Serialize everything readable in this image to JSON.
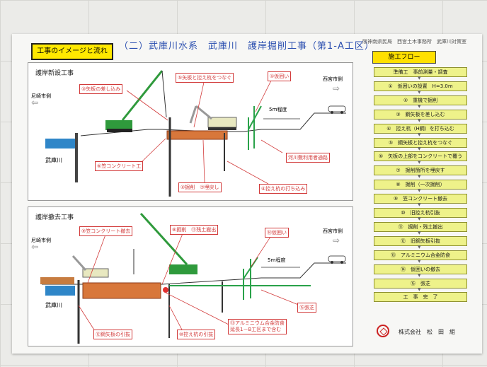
{
  "poster": {
    "label": "工事のイメージと流れ",
    "title": "（二）武庫川水系　武庫川　護岸掘削工事（第1-A工区）",
    "office": "阪神南県民局　西宮土木事務所　武庫川対策室"
  },
  "panel_top": {
    "title": "護岸新設工事",
    "left_city": "尼崎市側",
    "right_city": "西宮市側",
    "river": "武庫川",
    "width_label": "5ｍ程度",
    "notes": {
      "n1": "①仮囲い",
      "n3": "③矢板の差し込み",
      "n5": "⑤矢板と控え杭をつなぐ",
      "n6": "⑥笠コンクリート工",
      "n2": "②掘削　⑦埋戻し",
      "n4": "④控え杭の打ち込み",
      "road": "河川敷利用者通路"
    }
  },
  "panel_bottom": {
    "title": "護岸撤去工事",
    "left_city": "尼崎市側",
    "right_city": "西宮市側",
    "river": "武庫川",
    "width_label": "5ｍ程度",
    "notes": {
      "n9": "⑨笠コンクリート撤去",
      "n8": "⑧掘削　⑪残土搬出",
      "n14": "⑭仮囲い",
      "n12": "⑫鋼矢板の引抜",
      "n10": "⑩控え杭の引抜",
      "alu": "⑬アルミニウム合金防食\n延長1－B工区まで含む",
      "n15": "⑮張芝"
    }
  },
  "flow": {
    "head": "施工フロー",
    "steps": [
      "準備工　事前測量・調査",
      "①　仮囲いの設置　H=3.0m",
      "②　重機で掘削",
      "③　鋼矢板を差し込む",
      "④　控え杭（H鋼）を打ち込む",
      "⑤　鋼矢板と控え杭をつなぐ",
      "⑥　矢板の上部をコンクリートで覆う",
      "⑦　掘削箇所を埋戻す",
      "⑧　掘削（一次掘削）",
      "⑨　笠コンクリート撤去",
      "⑩　旧控え杭引抜",
      "⑪　掘削・残土搬出",
      "⑫　旧鋼矢板引抜",
      "⑬　アルミニウム合金防食",
      "⑭　仮囲いの撤去",
      "⑮　張芝",
      "工　事　完　了"
    ]
  },
  "company": "株式会社　松　田　組",
  "colors": {
    "accent_yellow": "#ffe900",
    "step_fill": "#eef28a",
    "note_red": "#d23a3a",
    "steel_green": "#2aa24a"
  }
}
